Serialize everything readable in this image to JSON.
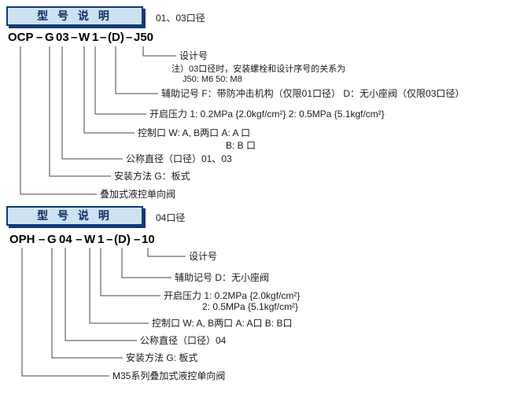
{
  "sections": [
    {
      "header": "型 号 说 明",
      "caliber": "01、03口径",
      "model_full": "OCP–G 03–W 1–(D)–J50",
      "segments": [
        "OCP",
        "–",
        "G",
        "03",
        "–",
        "W",
        "1",
        "–",
        "(D)",
        "–",
        "J50"
      ],
      "labels": {
        "design": "设计号",
        "design_note_1": "注）03口径时，安装螺栓和设计序号的关系为",
        "design_note_2": "J50: M6  50: M8",
        "auxiliary": "辅助记号 F：带防冲击机构（仅限01口径）  D：无小座阀（仅限03口径）",
        "cracking_pressure": "开启压力  1: 0.2MPa {2.0kgf/cm²} 2: 0.5MPa {5.1kgf/cm²}",
        "control_port": "控制口  W: A, B两口    A: A 口",
        "control_port_2": "B: B 口",
        "nominal_diameter": "公称直径（口径）01、03",
        "mounting": "安装方法  G：板式",
        "product_name": "叠加式液控单向阀"
      }
    },
    {
      "header": "型 号 说 明",
      "caliber": "04口径",
      "model_full": "OPH–G 04–W 1–(D)–10",
      "segments": [
        "OPH",
        "–",
        "G",
        "04",
        "–",
        "W",
        "1",
        "–",
        "(D)",
        "–",
        "10"
      ],
      "labels": {
        "design": "设计号",
        "auxiliary": "辅助记号 D：无小座阀",
        "cracking_pressure": "开启压力  1: 0.2MPa {2.0kgf/cm²}",
        "cracking_pressure_2": "2: 0.5MPa {5.1kgf/cm²}",
        "control_port": "控制口  W: A, B两口  A: A口  B: B口",
        "nominal_diameter": "公称直径（口径）04",
        "mounting": "安装方法  G: 板式",
        "product_name": "M35系列叠加式液控单向阀"
      }
    }
  ]
}
